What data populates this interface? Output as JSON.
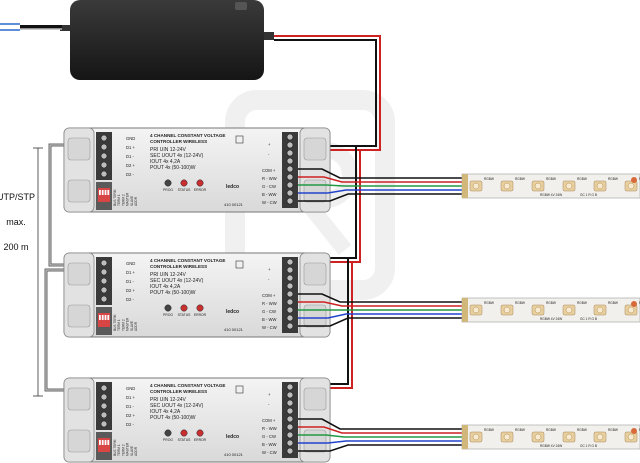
{
  "side_label": {
    "line1": "UTP/STP",
    "line2": "max.",
    "line3": "200 m"
  },
  "controller": {
    "title_line1": "4 CHANNEL CONSTANT VOLTAGE",
    "title_line2": "CONTROLLER WIRELESS",
    "spec1": "PRI  UIN  12-24V",
    "spec2": "SEC  UOUT 4x (12-24V)",
    "spec3": "IOUT 4x 4,2A",
    "spec4": "POUT 4x (50-100)W",
    "btn_prog": "PROG",
    "btn_status": "STATUS",
    "btn_error": "ERROR",
    "brand": "ledco",
    "part_no": "410 00121",
    "left_terminals": [
      "GND",
      "D1 +",
      "D1 -",
      "D2 +",
      "D2 -"
    ],
    "right_terminals": [
      "COM +",
      "R - WW",
      "G - CW",
      "B - WW",
      "W - CW"
    ],
    "dip_labels": [
      "BUS TERM",
      "TERM 1",
      "TERM 2",
      "MASTER",
      "SLAVE",
      "ADDR"
    ]
  },
  "strip": {
    "chip_label": "RGBW",
    "cut_label": "RGBW 4V 24W",
    "pad_label": "GC 1 R G B"
  },
  "colors": {
    "red_wire": "#cc2222",
    "green_wire": "#229944",
    "blue_wire": "#2244cc",
    "black_wire": "#111111",
    "strip_bg": "#f2f0ec",
    "chip": "#e8cfa0",
    "housing": "#e9e9e9",
    "housing_dark": "#555555"
  }
}
